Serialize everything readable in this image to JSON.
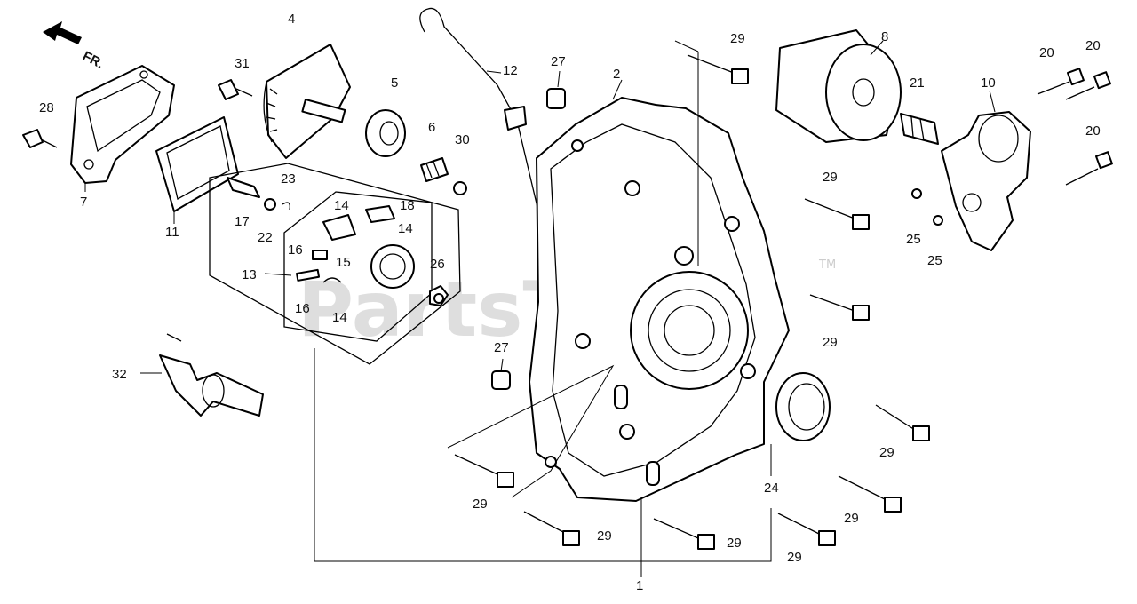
{
  "direction": {
    "label": "FR."
  },
  "watermark": {
    "text": "PartsTree",
    "trademark": "TM"
  },
  "callouts": {
    "c1": "1",
    "c2": "2",
    "c4": "4",
    "c5": "5",
    "c6": "6",
    "c7": "7",
    "c8": "8",
    "c10": "10",
    "c11": "11",
    "c12": "12",
    "c13": "13",
    "c14a": "14",
    "c14b": "14",
    "c14c": "14",
    "c15": "15",
    "c16a": "16",
    "c16b": "16",
    "c17": "17",
    "c18": "18",
    "c20a": "20",
    "c20b": "20",
    "c20c": "20",
    "c21": "21",
    "c22": "22",
    "c23": "23",
    "c24": "24",
    "c25a": "25",
    "c25b": "25",
    "c26": "26",
    "c27a": "27",
    "c27b": "27",
    "c28": "28",
    "c29a": "29",
    "c29b": "29",
    "c29c": "29",
    "c29d": "29",
    "c29e": "29",
    "c29f": "29",
    "c29g": "29",
    "c29h": "29",
    "c29i": "29",
    "c30": "30",
    "c31": "31",
    "c32": "32"
  }
}
